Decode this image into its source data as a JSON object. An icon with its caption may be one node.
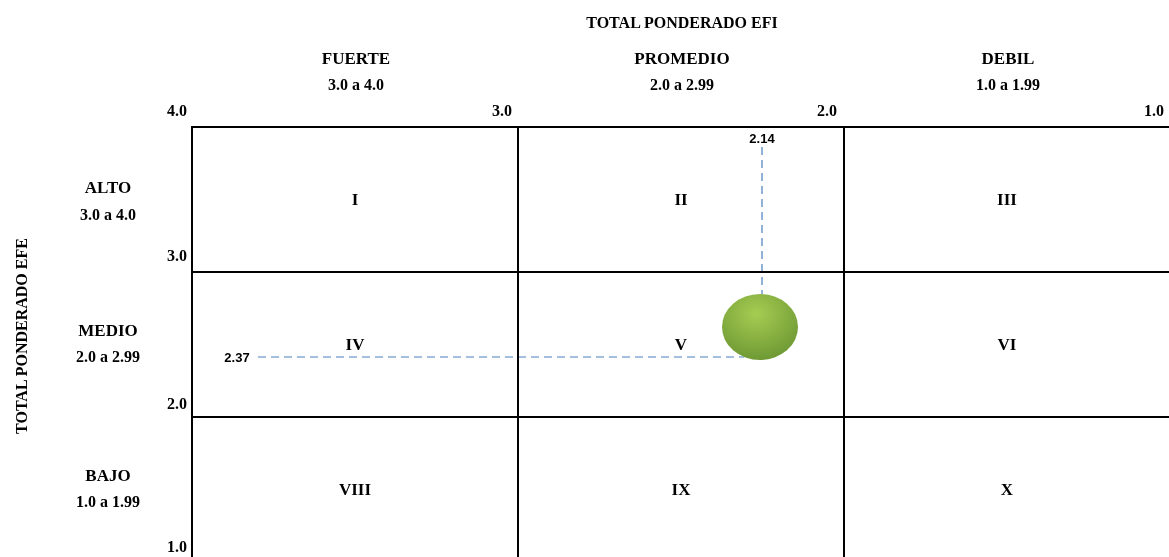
{
  "diagram": {
    "nodes": [
      {
        "text": [
          "I"
        ]
      },
      {
        "text": [
          "II"
        ]
      },
      {
        "text": [
          "III"
        ]
      },
      {
        "text": [
          "IV"
        ]
      },
      {
        "text": [
          "V"
        ]
      },
      {
        "text": [
          "VI"
        ]
      },
      {
        "text": [
          "VIII"
        ]
      },
      {
        "text": [
          "IX"
        ]
      },
      {
        "text": [
          "X"
        ]
      },
      {
        "text": [
          "2.14"
        ],
        "in": 1
      },
      {
        "text": [
          "2.37"
        ],
        "in": 3
      },
      {
        "text": [],
        "shape": "circle",
        "in": 4
      }
    ],
    "edges": [
      {
        "from": 9,
        "to": 11,
        "arrow": "none",
        "style": "dashed",
        "color": "#4a7ebb"
      },
      {
        "from": 10,
        "to": 11,
        "arrow": "none",
        "style": "dashed",
        "color": "#4a7ebb"
      }
    ],
    "labels": [
      "TOTAL PONDERADO EFI",
      "FUERTE",
      "3.0 a 4.0",
      "PROMEDIO",
      "2.0 a 2.99",
      "DEBIL",
      "1.0 a 1.99",
      "4.0",
      "3.0",
      "2.0",
      "1.0",
      "TOTAL PONDERADO EFE",
      "ALTO",
      "3.0 a 4.0",
      "3.0",
      "MEDIO",
      "2.0 a 2.99",
      "2.0",
      "BAJO",
      "1.0 a 1.99",
      "1.0"
    ]
  }
}
